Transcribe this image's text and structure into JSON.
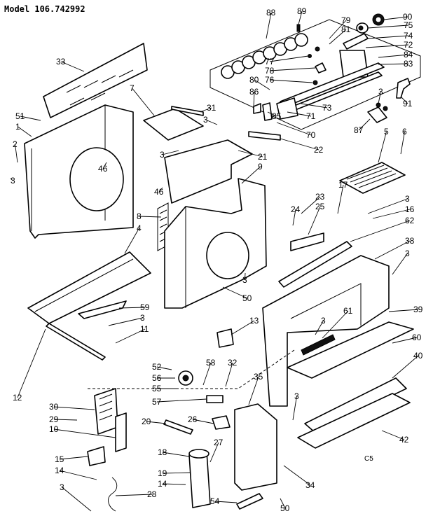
{
  "title": "Model 106.742992",
  "corner_code": "C5",
  "callouts": [
    {
      "id": "c90",
      "text": "90"
    },
    {
      "id": "c89",
      "text": "89"
    },
    {
      "id": "c88",
      "text": "88"
    },
    {
      "id": "c79",
      "text": "79"
    },
    {
      "id": "c81",
      "text": "81"
    },
    {
      "id": "c75",
      "text": "75"
    },
    {
      "id": "c74",
      "text": "74"
    },
    {
      "id": "c72",
      "text": "72"
    },
    {
      "id": "c84",
      "text": "84"
    },
    {
      "id": "c83",
      "text": "83"
    },
    {
      "id": "c77",
      "text": "77"
    },
    {
      "id": "c78",
      "text": "78"
    },
    {
      "id": "c76",
      "text": "76"
    },
    {
      "id": "c80",
      "text": "80"
    },
    {
      "id": "c86",
      "text": "86"
    },
    {
      "id": "c85",
      "text": "85"
    },
    {
      "id": "c73",
      "text": "73"
    },
    {
      "id": "c71",
      "text": "71"
    },
    {
      "id": "c70",
      "text": "70"
    },
    {
      "id": "c3a",
      "text": "3"
    },
    {
      "id": "c91",
      "text": "91"
    },
    {
      "id": "c87",
      "text": "87"
    },
    {
      "id": "c33",
      "text": "33"
    },
    {
      "id": "c7",
      "text": "7"
    },
    {
      "id": "c31",
      "text": "31"
    },
    {
      "id": "c51",
      "text": "51"
    },
    {
      "id": "c1",
      "text": "1"
    },
    {
      "id": "c3b",
      "text": "3"
    },
    {
      "id": "c2",
      "text": "2"
    },
    {
      "id": "c3c",
      "text": "3"
    },
    {
      "id": "c46a",
      "text": "46"
    },
    {
      "id": "c3d",
      "text": "3"
    },
    {
      "id": "c22",
      "text": "22"
    },
    {
      "id": "c21",
      "text": "21"
    },
    {
      "id": "c9",
      "text": "9"
    },
    {
      "id": "c5",
      "text": "5"
    },
    {
      "id": "c6",
      "text": "6"
    },
    {
      "id": "c46b",
      "text": "46"
    },
    {
      "id": "c8",
      "text": "8"
    },
    {
      "id": "c4",
      "text": "4"
    },
    {
      "id": "c17",
      "text": "17"
    },
    {
      "id": "c23",
      "text": "23"
    },
    {
      "id": "c24",
      "text": "24"
    },
    {
      "id": "c25",
      "text": "25"
    },
    {
      "id": "c3e",
      "text": "3"
    },
    {
      "id": "c16",
      "text": "16"
    },
    {
      "id": "c62",
      "text": "62"
    },
    {
      "id": "c38",
      "text": "38"
    },
    {
      "id": "c3f",
      "text": "3"
    },
    {
      "id": "c3g",
      "text": "3"
    },
    {
      "id": "c50a",
      "text": "50"
    },
    {
      "id": "c59",
      "text": "59"
    },
    {
      "id": "c3h",
      "text": "3"
    },
    {
      "id": "c11",
      "text": "11"
    },
    {
      "id": "c13",
      "text": "13"
    },
    {
      "id": "c39",
      "text": "39"
    },
    {
      "id": "c3i",
      "text": "3"
    },
    {
      "id": "c61",
      "text": "61"
    },
    {
      "id": "c60",
      "text": "60"
    },
    {
      "id": "c12",
      "text": "12"
    },
    {
      "id": "c52",
      "text": "52"
    },
    {
      "id": "c56",
      "text": "56"
    },
    {
      "id": "c55",
      "text": "55"
    },
    {
      "id": "c58",
      "text": "58"
    },
    {
      "id": "c32",
      "text": "32"
    },
    {
      "id": "c35",
      "text": "35"
    },
    {
      "id": "c30",
      "text": "30"
    },
    {
      "id": "c57",
      "text": "57"
    },
    {
      "id": "c40",
      "text": "40"
    },
    {
      "id": "c29",
      "text": "29"
    },
    {
      "id": "c3j",
      "text": "3"
    },
    {
      "id": "c10",
      "text": "10"
    },
    {
      "id": "c20",
      "text": "20"
    },
    {
      "id": "c26",
      "text": "26"
    },
    {
      "id": "c42",
      "text": "42"
    },
    {
      "id": "c27",
      "text": "27"
    },
    {
      "id": "c15",
      "text": "15"
    },
    {
      "id": "c18",
      "text": "18"
    },
    {
      "id": "c14a",
      "text": "14"
    },
    {
      "id": "c19",
      "text": "19"
    },
    {
      "id": "c34",
      "text": "34"
    },
    {
      "id": "c14b",
      "text": "14"
    },
    {
      "id": "c3k",
      "text": "3"
    },
    {
      "id": "c28",
      "text": "28"
    },
    {
      "id": "c54",
      "text": "54"
    },
    {
      "id": "c50b",
      "text": "50"
    }
  ]
}
